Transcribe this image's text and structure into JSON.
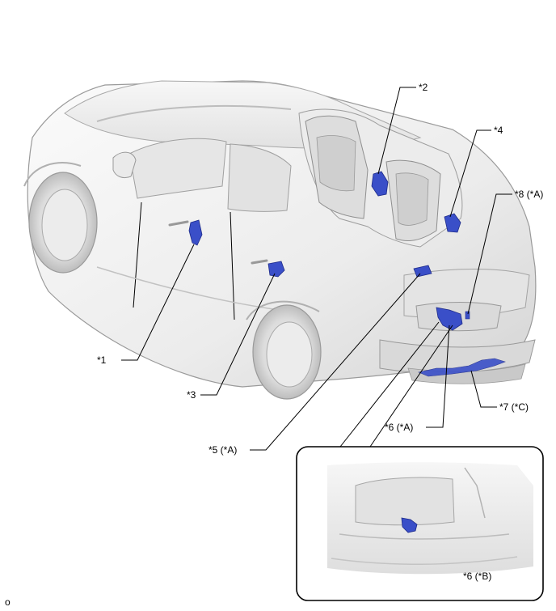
{
  "labels": {
    "l1": "*1",
    "l2": "*2",
    "l3": "*3",
    "l4": "*4",
    "l5": "*5 (*A)",
    "l6a": "*6 (*A)",
    "l6b": "*6 (*B)",
    "l7": "*7 (*C)",
    "l8": "*8 (*A)",
    "code": "o"
  },
  "colors": {
    "component": "#3a4fc8",
    "component_dark": "#1f2c8a",
    "body_light": "#f4f4f4",
    "body_shade": "#d6d6d6",
    "outline": "#8a8a8a"
  }
}
